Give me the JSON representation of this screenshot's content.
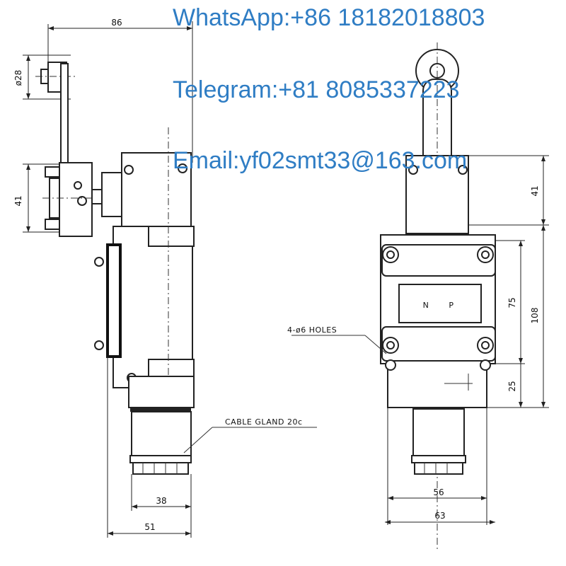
{
  "watermark": {
    "whatsapp": "WhatsApp:+86 18182018803",
    "telegram": "Telegram:+81 8085337223",
    "email": "Email:yf02smt33@163.com"
  },
  "dimensions": {
    "overall_width_top": "86",
    "roller_diameter": "ø28",
    "lever_height_left": "41",
    "base_width_38": "38",
    "base_width_51": "51",
    "right_41": "41",
    "right_75": "75",
    "right_108": "108",
    "right_25": "25",
    "base_56": "56",
    "base_63": "63"
  },
  "labels": {
    "holes": "4-ø6 HOLES",
    "cable_gland": "CABLE GLAND 20c",
    "nameplate_n": "N",
    "nameplate_p": "P"
  }
}
